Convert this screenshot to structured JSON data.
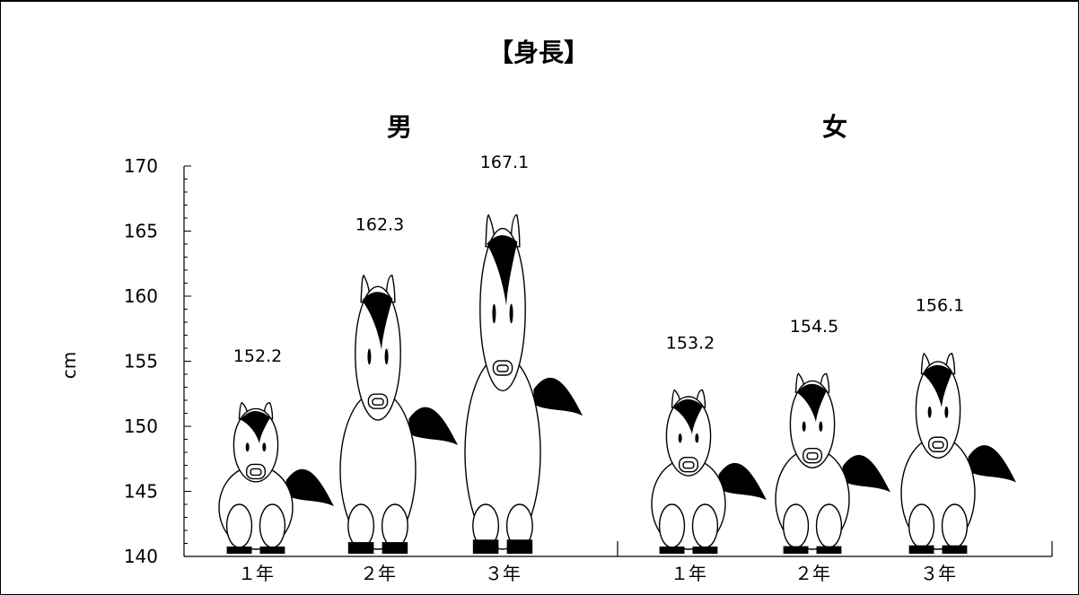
{
  "chart_data": {
    "type": "bar",
    "title": "【身長】",
    "ylabel": "cm",
    "ylim": [
      140,
      170
    ],
    "yticks": [
      "140",
      "145",
      "150",
      "155",
      "160",
      "165",
      "170"
    ],
    "groups": [
      "男",
      "女"
    ],
    "categories": [
      "１年",
      "２年",
      "３年"
    ],
    "series": [
      {
        "name": "男",
        "values": [
          152.2,
          162.3,
          167.1
        ],
        "labels": [
          "152.2",
          "162.3",
          "167.1"
        ]
      },
      {
        "name": "女",
        "values": [
          153.2,
          154.5,
          156.1
        ],
        "labels": [
          "153.2",
          "154.5",
          "156.1"
        ]
      }
    ],
    "mark": "horse-pictogram",
    "grid": false,
    "colors": {
      "stroke": "#000000",
      "fill": "#ffffff"
    }
  }
}
